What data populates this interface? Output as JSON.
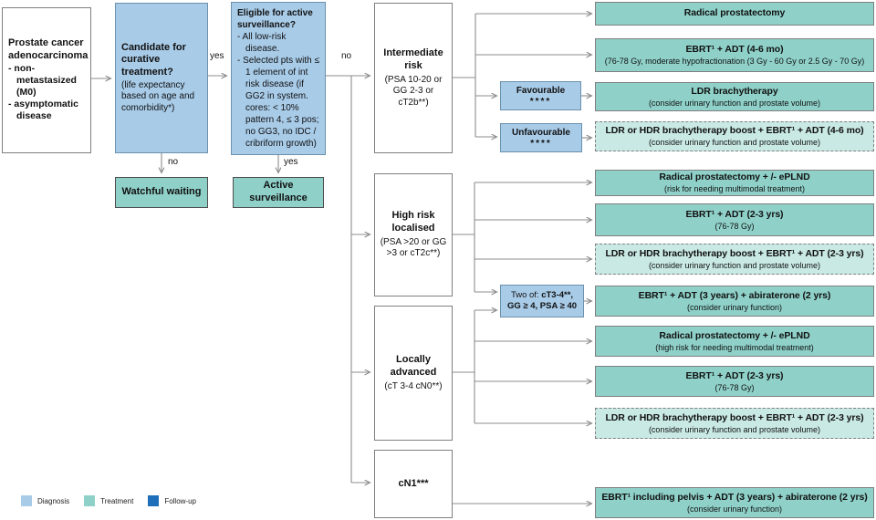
{
  "colors": {
    "diagnosis": "#a8cbe8",
    "treatment": "#8fd1c9",
    "treatment_light": "#c9e9e5",
    "followup": "#1e6fba"
  },
  "diagnosis_box": {
    "title": "Prostate cancer adenocarcinoma",
    "items": [
      "- non-metastasized (M0)",
      "- asymptomatic disease"
    ]
  },
  "curative_box": {
    "title": "Candidate for curative treatment?",
    "subtitle": "(life expectancy based on age and comorbidity*)"
  },
  "as_eligibility_box": {
    "title": "Eligible for active surveillance?",
    "items": [
      "- All low-risk disease.",
      "- Selected pts with ≤ 1 element of int risk disease (if GG2 in system. cores: < 10% pattern 4, ≤ 3 pos; no GG3, no IDC / cribriform growth)"
    ]
  },
  "watchful_waiting": {
    "label": "Watchful waiting"
  },
  "active_surveillance": {
    "label": "Active surveillance"
  },
  "labels": {
    "yes_top": "yes",
    "no_down": "no",
    "yes_down": "yes",
    "no_right": "no"
  },
  "risk_groups": [
    {
      "title": "Intermediate risk",
      "subtitle": "(PSA 10-20 or GG 2-3 or cT2b**)"
    },
    {
      "title": "High risk localised",
      "subtitle": "(PSA >20 or GG >3 or cT2c**)"
    },
    {
      "title": "Locally advanced",
      "subtitle": "(cT 3-4 cN0**)"
    },
    {
      "title": "cN1***",
      "subtitle": ""
    }
  ],
  "modifiers": {
    "favourable": {
      "title": "Favourable",
      "stars": "****"
    },
    "unfavourable": {
      "title": "Unfavourable",
      "stars": "****"
    },
    "two_of": {
      "prefix": "Two of: ",
      "criteria": "cT3-4**, GG ≥ 4, PSA ≥ 40"
    }
  },
  "outcomes": [
    {
      "title": "Radical prostatectomy",
      "subtitle": "",
      "dashed": false
    },
    {
      "title": "EBRT¹ + ADT (4-6 mo)",
      "subtitle": "(76-78 Gy, moderate hypofractionation (3 Gy - 60 Gy or 2.5 Gy - 70 Gy)",
      "dashed": false
    },
    {
      "title": "LDR brachytherapy",
      "subtitle": "(consider urinary function and prostate volume)",
      "dashed": false
    },
    {
      "title": "LDR or HDR brachytherapy boost + EBRT¹ + ADT (4-6 mo)",
      "subtitle": "(consider urinary function and prostate volume)",
      "dashed": true
    },
    {
      "title": "Radical prostatectomy + /- ePLND",
      "subtitle": "(risk for needing multimodal treatment)",
      "dashed": false
    },
    {
      "title": "EBRT¹ + ADT (2-3 yrs)",
      "subtitle": "(76-78 Gy)",
      "dashed": false
    },
    {
      "title": "LDR or HDR brachytherapy boost + EBRT¹ + ADT (2-3 yrs)",
      "subtitle": "(consider urinary function and prostate volume)",
      "dashed": true
    },
    {
      "title": "EBRT¹ + ADT (3 years) + abiraterone (2 yrs)",
      "subtitle": "(consider urinary function)",
      "dashed": false
    },
    {
      "title": "Radical prostatectomy + /- ePLND",
      "subtitle": "(high risk for needing multimodal treatment)",
      "dashed": false
    },
    {
      "title": "EBRT¹ + ADT (2-3 yrs)",
      "subtitle": "(76-78 Gy)",
      "dashed": false
    },
    {
      "title": "LDR or HDR brachytherapy boost + EBRT¹ + ADT (2-3 yrs)",
      "subtitle": "(consider urinary function and prostate volume)",
      "dashed": true
    },
    {
      "title": "EBRT¹ including pelvis + ADT (3 years) + abiraterone (2 yrs)",
      "subtitle": "(consider urinary function)",
      "dashed": false
    }
  ],
  "legend": {
    "items": [
      {
        "label": "Diagnosis"
      },
      {
        "label": "Treatment"
      },
      {
        "label": "Follow-up"
      }
    ]
  }
}
